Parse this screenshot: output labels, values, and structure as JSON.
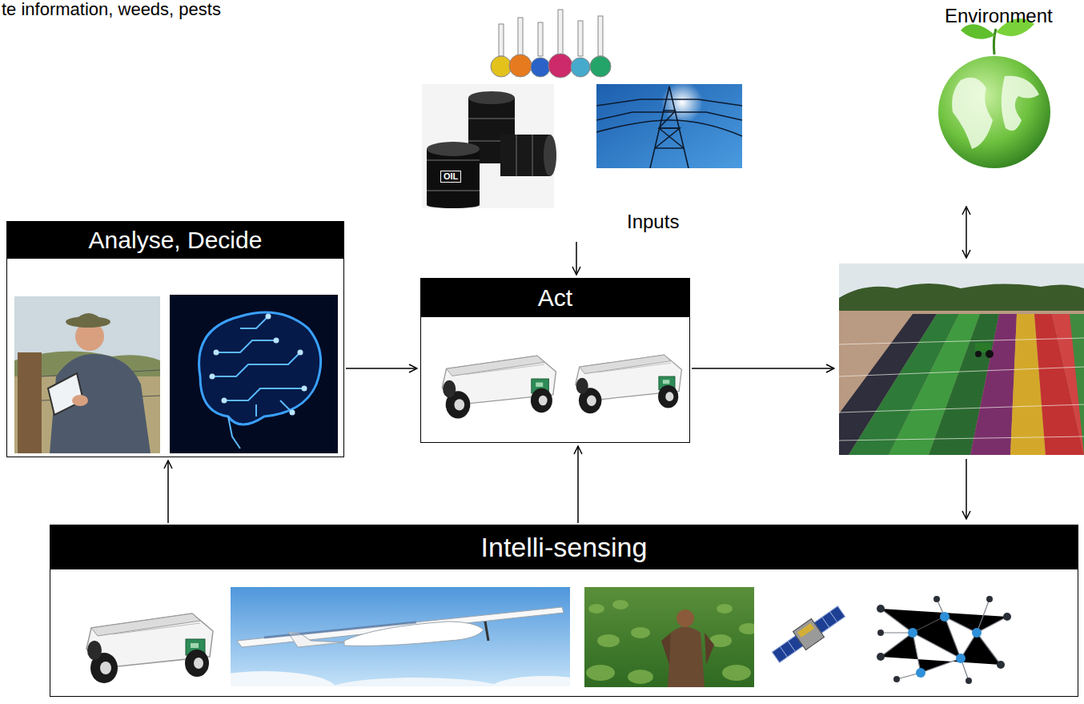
{
  "diagram": {
    "nodes": [
      {
        "text": [
          "Inputs"
        ]
      },
      {
        "text": [
          "Environment"
        ]
      },
      {
        "text": [
          "Analyse, Decide"
        ]
      },
      {
        "text": [
          "Act"
        ]
      },
      {
        "text": [
          "Intelli-sensing"
        ]
      }
    ],
    "edges": [
      {
        "from": 0,
        "to": 3,
        "arrow": "to"
      },
      {
        "from": 2,
        "to": 3,
        "arrow": "to"
      },
      {
        "from": 4,
        "to": 2,
        "arrow": "to"
      },
      {
        "from": 4,
        "to": 3,
        "arrow": "to"
      }
    ],
    "labels": [
      "te information, weeds, pests",
      "OIL"
    ]
  }
}
